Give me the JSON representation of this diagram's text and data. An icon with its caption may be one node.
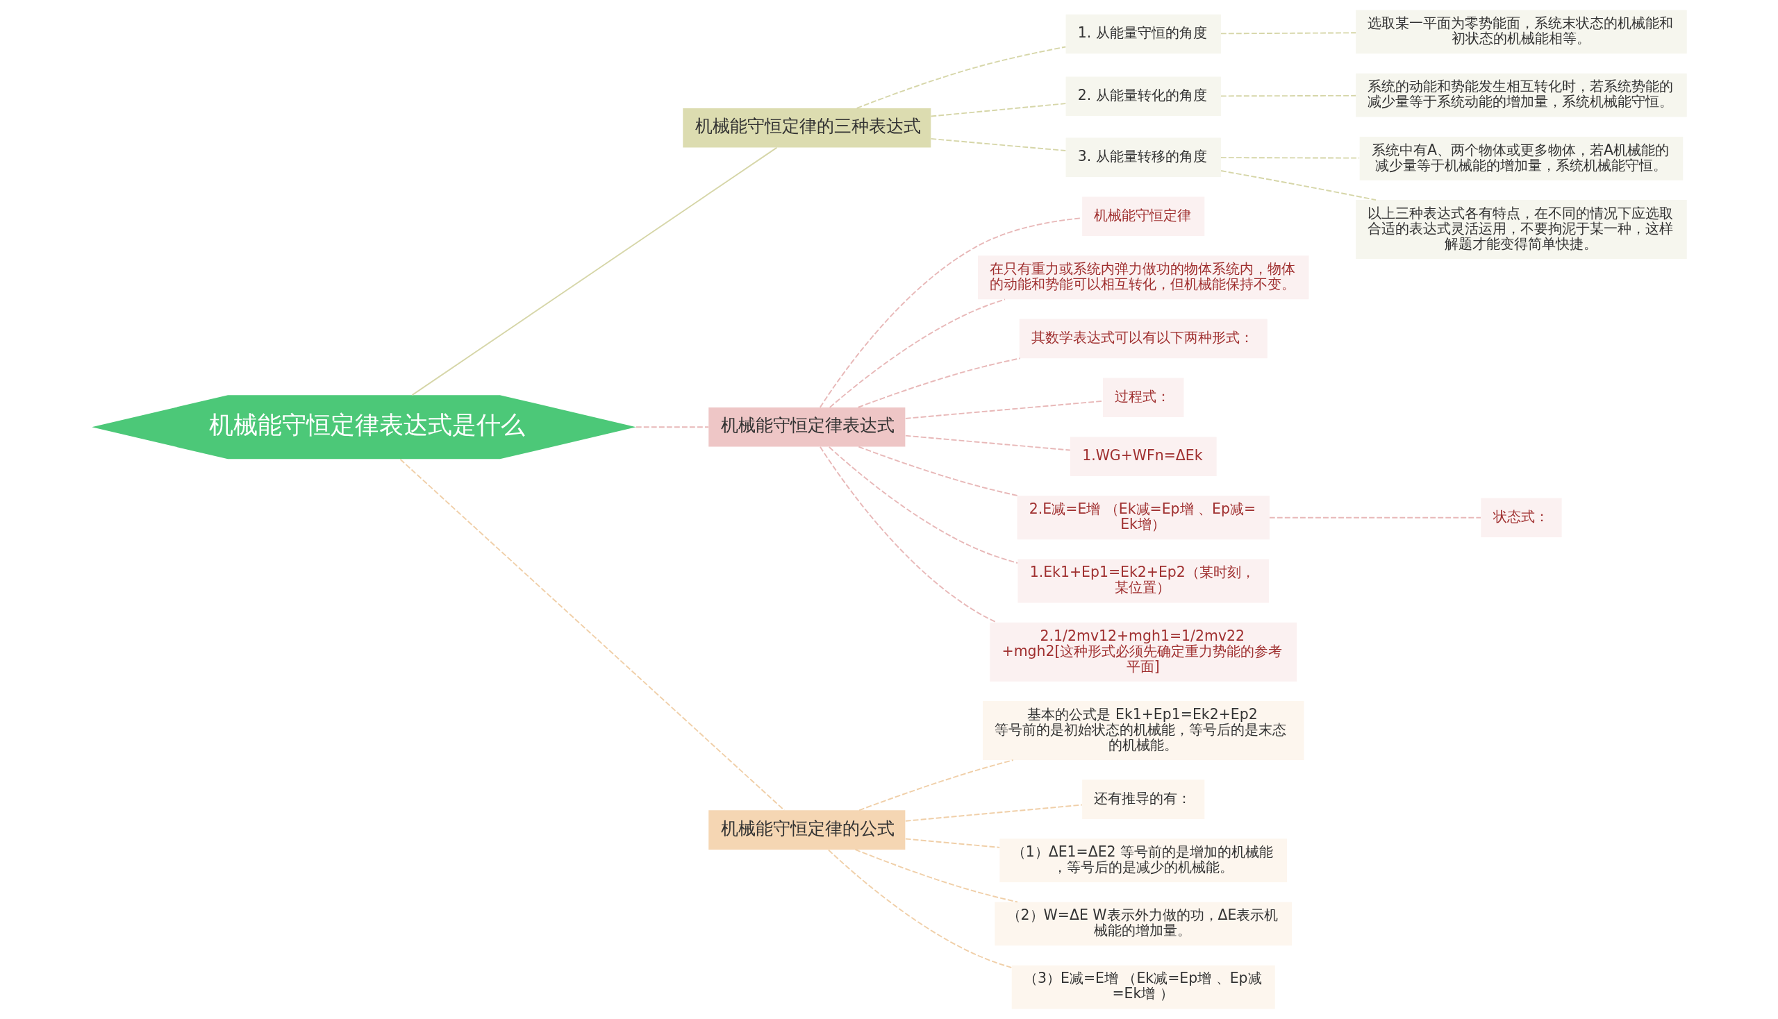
{
  "diagram": {
    "nodes": [
      {
        "text": [
          "机械能守恒定律表达式是什么"
        ]
      },
      {
        "text": [
          "机械能守恒定律的三种表达式"
        ]
      },
      {
        "text": [
          "1. 从能量守恒的角度"
        ]
      },
      {
        "text": [
          "选取某一平面为零势能面，系统末状态的机械能和初状态的机械能相等。"
        ]
      },
      {
        "text": [
          "2. 从能量转化的角度"
        ]
      },
      {
        "text": [
          "系统的动能和势能发生相互转化时，若系统势能的减少量等于系统动能的增加量，系统机械能守恒。"
        ]
      },
      {
        "text": [
          "3. 从能量转移的角度"
        ]
      },
      {
        "text": [
          "系统中有A、两个物体或更多物体，若A机械能的减少量等于机械能的增加量，系统机械能守恒。"
        ]
      },
      {
        "text": [
          "以上三种表达式各有特点，在不同的情况下应选取合适的表达式灵活运用，不要拘泥于某一种，这样解题才能变得简单快捷。"
        ]
      },
      {
        "text": [
          "机械能守恒定律表达式"
        ]
      },
      {
        "text": [
          "机械能守恒定律"
        ]
      },
      {
        "text": [
          "在只有重力或系统内弹力做功的物体系统内，物体的动能和势能可以相互转化，但机械能保持不变。"
        ]
      },
      {
        "text": [
          "其数学表达式可以有以下两种形式："
        ]
      },
      {
        "text": [
          "过程式："
        ]
      },
      {
        "text": [
          "1.WG+WFn=ΔEk"
        ]
      },
      {
        "text": [
          "2.E减=E增 （Ek减=Ep增 、Ep减=Ek增）"
        ]
      },
      {
        "text": [
          "状态式："
        ]
      },
      {
        "text": [
          "1.Ek1+Ep1=Ek2+Ep2（某时刻，某位置）"
        ]
      },
      {
        "text": [
          "2.1/2mv12+mgh1=1/2mv22+mgh2[这种形式必须先确定重力势能的参考平面]"
        ]
      },
      {
        "text": [
          "机械能守恒定律的公式"
        ]
      },
      {
        "text": [
          "基本的公式是 Ek1+Ep1=Ek2+Ep2 等号前的是初始状态的机械能，等号后的是末态的机械能。"
        ]
      },
      {
        "text": [
          "还有推导的有："
        ]
      },
      {
        "text": [
          "（1）ΔE1=ΔE2 等号前的是增加的机械能，等号后的是减少的机械能。"
        ]
      },
      {
        "text": [
          "（2）W=ΔE W表示外力做的功，ΔE表示机械能的增加量。"
        ]
      },
      {
        "text": [
          "（3）E减=E增 （Ek减=Ep增 、Ep减=Ek增 ）"
        ]
      }
    ],
    "edges": [
      {
        "from": 0,
        "to": 1,
        "arrow": "none",
        "color": "#d6d6a8"
      },
      {
        "from": 1,
        "to": 2,
        "arrow": "none",
        "style": "dashed",
        "color": "#d6d6a8"
      },
      {
        "from": 2,
        "to": 3,
        "arrow": "none",
        "style": "dashed",
        "color": "#d6d6a8"
      },
      {
        "from": 1,
        "to": 4,
        "arrow": "none",
        "style": "dashed",
        "color": "#d6d6a8"
      },
      {
        "from": 4,
        "to": 5,
        "arrow": "none",
        "style": "dashed",
        "color": "#d6d6a8"
      },
      {
        "from": 1,
        "to": 6,
        "arrow": "none",
        "style": "dashed",
        "color": "#d6d6a8"
      },
      {
        "from": 6,
        "to": 7,
        "arrow": "none",
        "style": "dashed",
        "color": "#d6d6a8"
      },
      {
        "from": 6,
        "to": 8,
        "arrow": "none",
        "style": "dashed",
        "color": "#d6d6a8"
      },
      {
        "from": 0,
        "to": 9,
        "arrow": "none",
        "style": "dashed",
        "color": "#e8b8b8"
      },
      {
        "from": 9,
        "to": 10,
        "arrow": "none",
        "style": "dashed",
        "color": "#e8b8b8"
      },
      {
        "from": 9,
        "to": 11,
        "arrow": "none",
        "style": "dashed",
        "color": "#e8b8b8"
      },
      {
        "from": 9,
        "to": 12,
        "arrow": "none",
        "style": "dashed",
        "color": "#e8b8b8"
      },
      {
        "from": 9,
        "to": 13,
        "arrow": "none",
        "style": "dashed",
        "color": "#e8b8b8"
      },
      {
        "from": 9,
        "to": 14,
        "arrow": "none",
        "style": "dashed",
        "color": "#e8b8b8"
      },
      {
        "from": 9,
        "to": 15,
        "arrow": "none",
        "style": "dashed",
        "color": "#e8b8b8"
      },
      {
        "from": 15,
        "to": 16,
        "arrow": "none",
        "style": "dashed",
        "color": "#e8b8b8"
      },
      {
        "from": 9,
        "to": 17,
        "arrow": "none",
        "style": "dashed",
        "color": "#e8b8b8"
      },
      {
        "from": 9,
        "to": 18,
        "arrow": "none",
        "style": "dashed",
        "color": "#e8b8b8"
      },
      {
        "from": 0,
        "to": 19,
        "arrow": "none",
        "style": "dashed",
        "color": "#f0cfa8"
      },
      {
        "from": 19,
        "to": 20,
        "arrow": "none",
        "style": "dashed",
        "color": "#f0cfa8"
      },
      {
        "from": 19,
        "to": 21,
        "arrow": "none",
        "style": "dashed",
        "color": "#f0cfa8"
      },
      {
        "from": 19,
        "to": 22,
        "arrow": "none",
        "style": "dashed",
        "color": "#f0cfa8"
      },
      {
        "from": 19,
        "to": 23,
        "arrow": "none",
        "style": "dashed",
        "color": "#f0cfa8"
      },
      {
        "from": 19,
        "to": 24,
        "arrow": "none",
        "style": "dashed",
        "color": "#f0cfa8"
      }
    ]
  }
}
